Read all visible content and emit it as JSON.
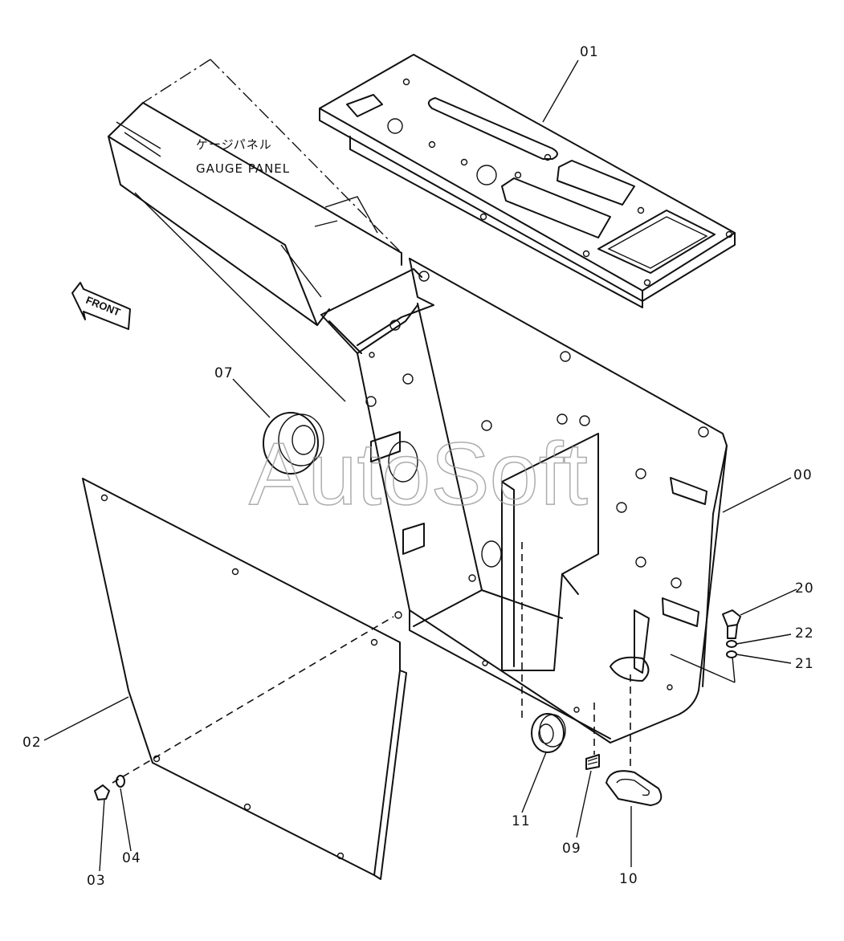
{
  "annotation": {
    "japanese": "ゲージパネル",
    "english": "GAUGE PANEL"
  },
  "direction_marker": "FRONT",
  "watermark": "AutoSoft",
  "callouts": [
    {
      "id": "01",
      "label": "01"
    },
    {
      "id": "00",
      "label": "00"
    },
    {
      "id": "07",
      "label": "07"
    },
    {
      "id": "02",
      "label": "02"
    },
    {
      "id": "03",
      "label": "03"
    },
    {
      "id": "04",
      "label": "04"
    },
    {
      "id": "11",
      "label": "11"
    },
    {
      "id": "09",
      "label": "09"
    },
    {
      "id": "10",
      "label": "10"
    },
    {
      "id": "20",
      "label": "20"
    },
    {
      "id": "22",
      "label": "22"
    },
    {
      "id": "21",
      "label": "21"
    }
  ]
}
